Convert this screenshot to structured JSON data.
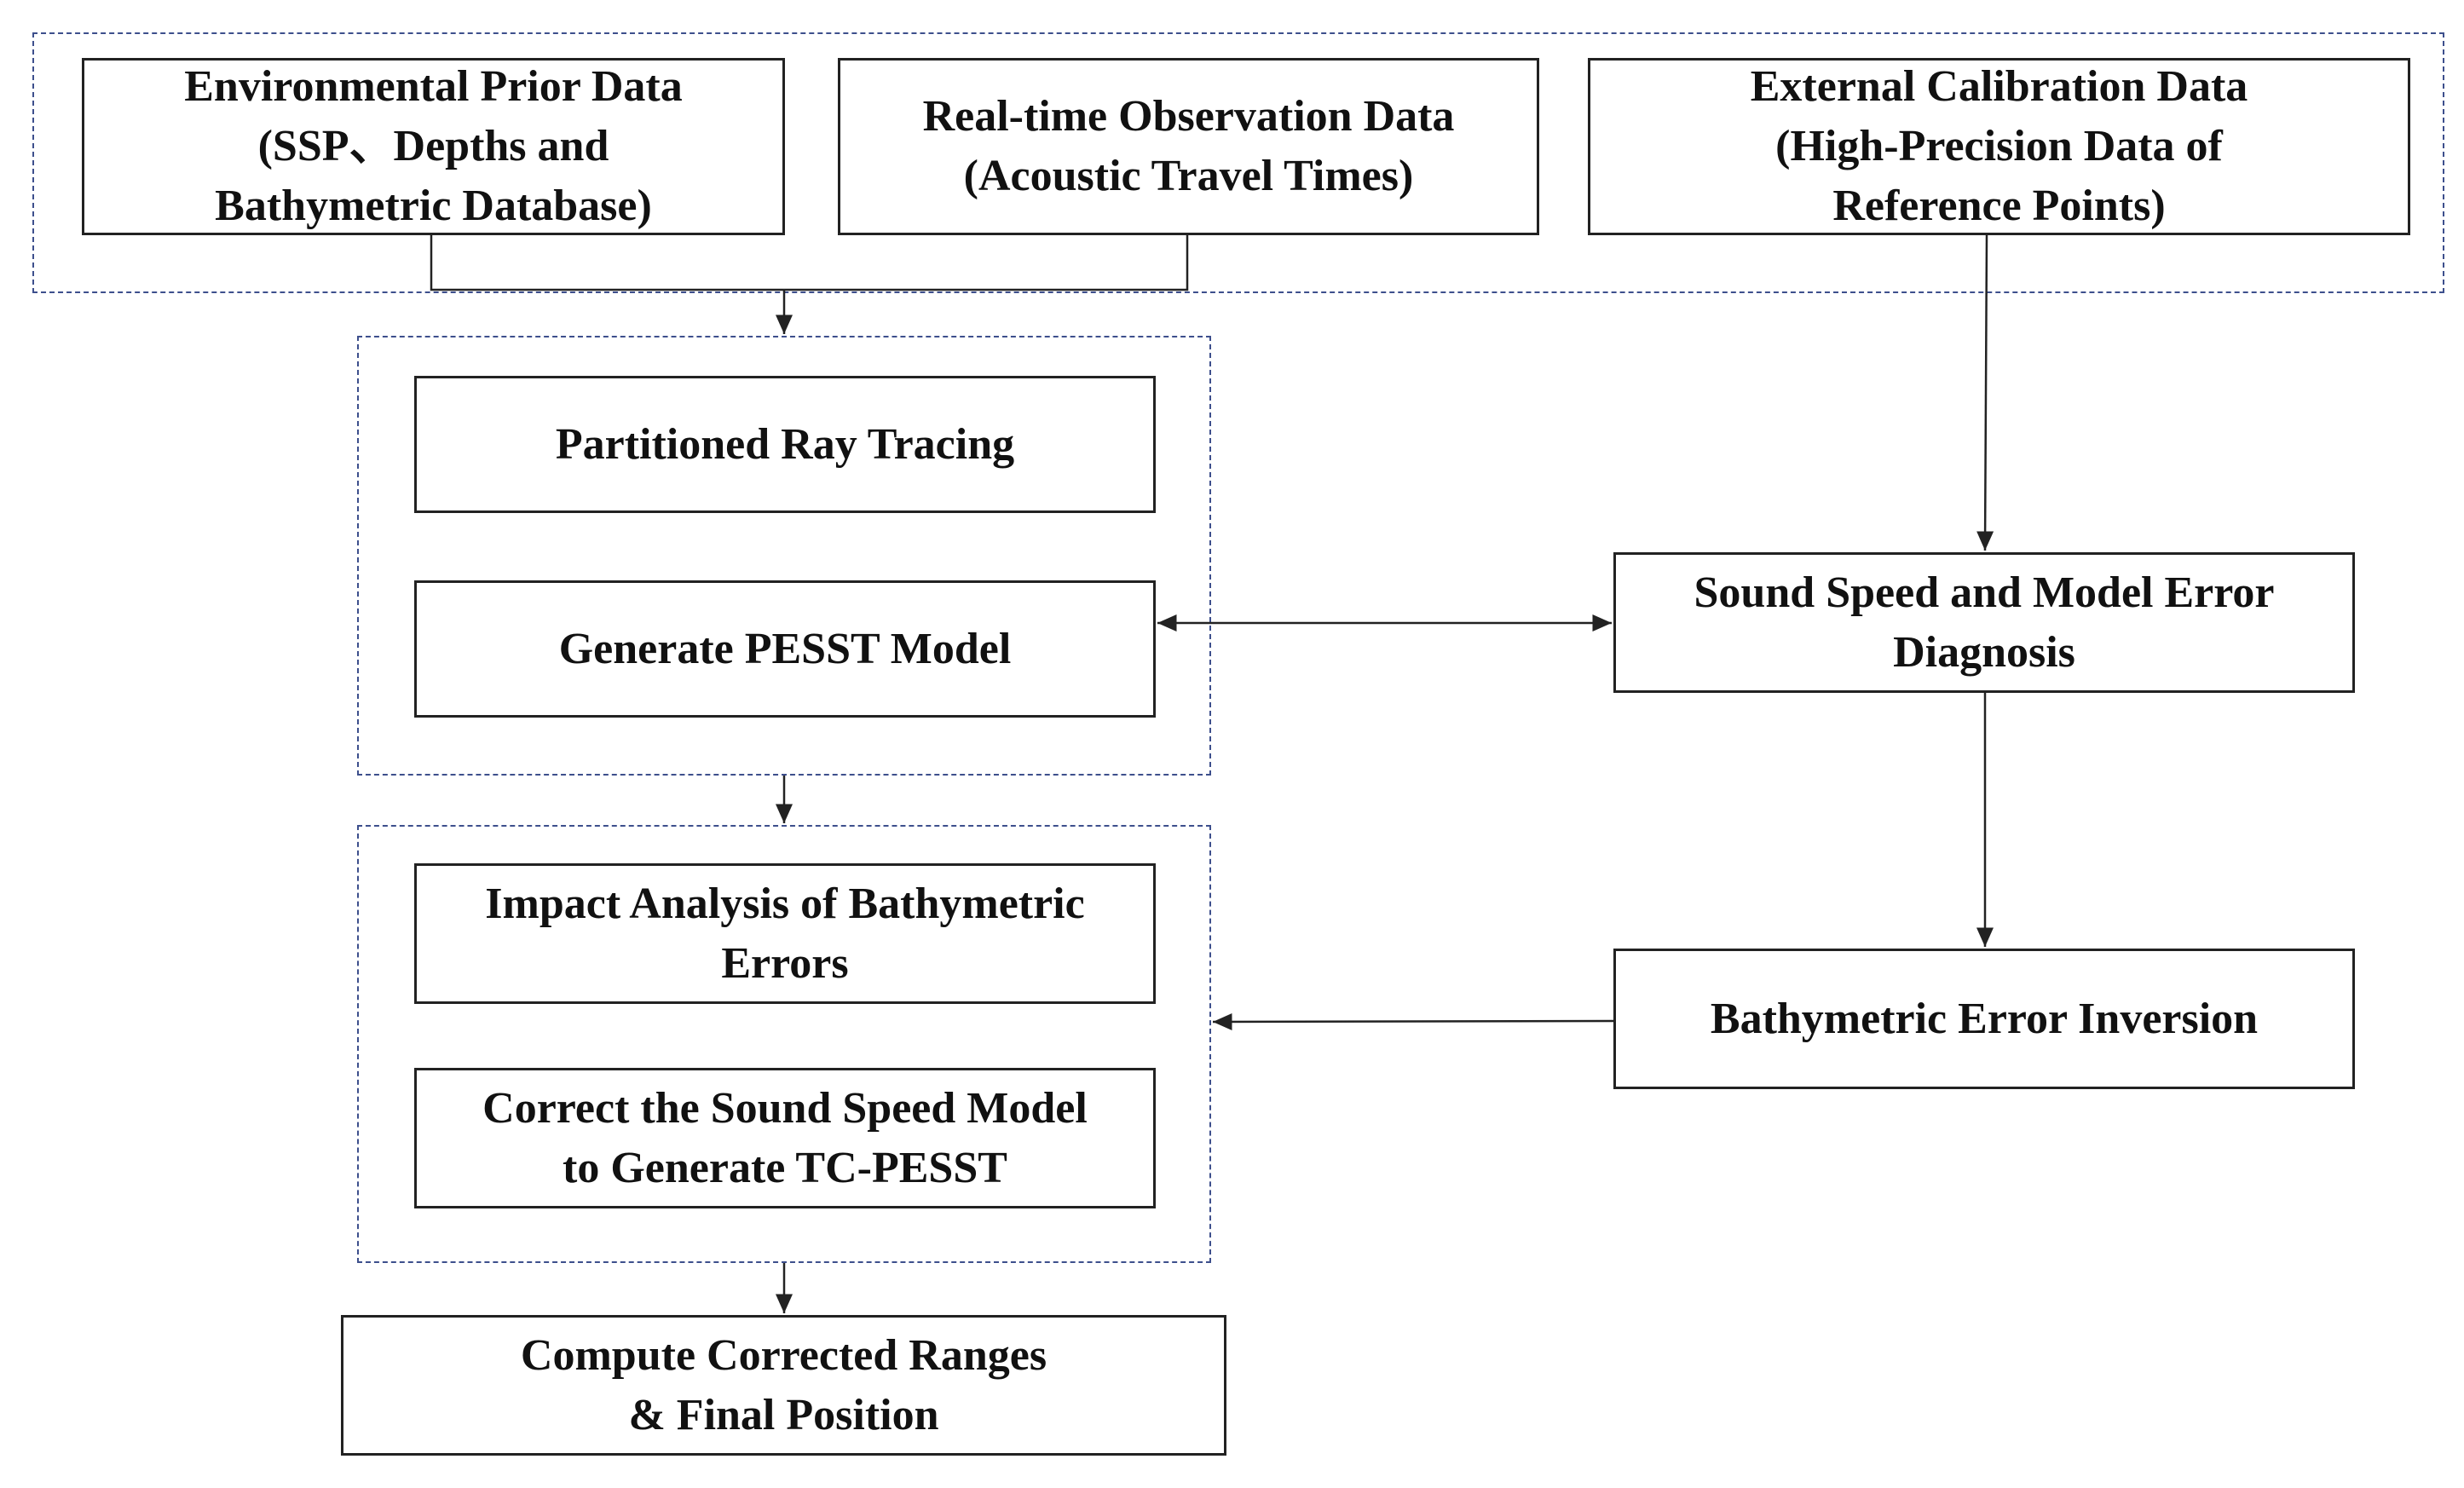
{
  "nodes": {
    "env_prior": {
      "lines": [
        "Environmental Prior Data",
        "(SSP、Depths and",
        "Bathymetric Database)"
      ]
    },
    "realtime_obs": {
      "lines": [
        "Real-time Observation Data",
        "(Acoustic Travel Times)"
      ]
    },
    "ext_calib": {
      "lines": [
        "External Calibration Data",
        "(High-Precision Data of",
        "Reference Points)"
      ]
    },
    "ray_tracing": {
      "lines": [
        "Partitioned Ray Tracing"
      ]
    },
    "pesst_model": {
      "lines": [
        "Generate PESST Model"
      ]
    },
    "error_diag": {
      "lines": [
        "Sound Speed and Model Error",
        "Diagnosis"
      ]
    },
    "impact_analysis": {
      "lines": [
        "Impact Analysis of Bathymetric",
        "Errors"
      ]
    },
    "correct_model": {
      "lines": [
        "Correct the Sound Speed Model",
        "to Generate TC-PESST"
      ]
    },
    "bathy_inversion": {
      "lines": [
        "Bathymetric Error Inversion"
      ]
    },
    "final_position": {
      "lines": [
        "Compute Corrected Ranges",
        "& Final Position"
      ]
    }
  },
  "edges": [
    {
      "from": "inputs-group",
      "to": "modeling-group",
      "direction": "forward"
    },
    {
      "from": "ext_calib",
      "to": "error_diag",
      "direction": "forward"
    },
    {
      "from": "pesst_model",
      "to": "error_diag",
      "direction": "bidirectional"
    },
    {
      "from": "modeling-group",
      "to": "correction-group",
      "direction": "forward"
    },
    {
      "from": "error_diag",
      "to": "bathy_inversion",
      "direction": "forward"
    },
    {
      "from": "bathy_inversion",
      "to": "correction-group",
      "direction": "forward"
    },
    {
      "from": "correction-group",
      "to": "final_position",
      "direction": "forward"
    }
  ],
  "colors": {
    "box_border": "#222222",
    "group_border": "#3d4f8c",
    "arrow": "#222222",
    "text": "#111111"
  }
}
